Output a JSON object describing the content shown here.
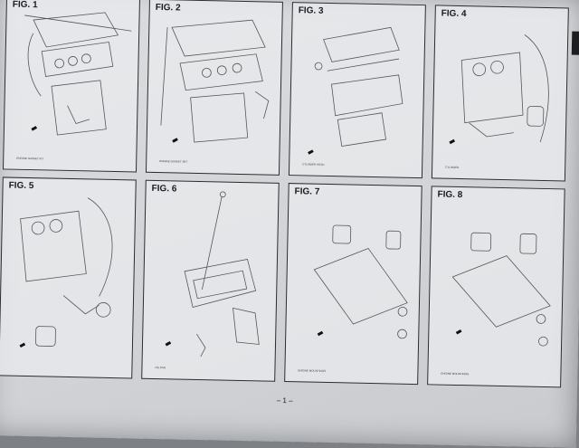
{
  "figures": [
    {
      "label": "FIG. 1",
      "caption": "ENGINE GASKET KIT"
    },
    {
      "label": "FIG. 2",
      "caption": "ENGINE GASKET SET"
    },
    {
      "label": "FIG. 3",
      "caption": "CYLINDER HEAD"
    },
    {
      "label": "FIG. 4",
      "caption": "CYLINDER"
    },
    {
      "label": "FIG. 5",
      "caption": ""
    },
    {
      "label": "FIG. 6",
      "caption": "OIL PAN"
    },
    {
      "label": "FIG. 7",
      "caption": "ENGINE MOUNTINGS"
    },
    {
      "label": "FIG. 8",
      "caption": "ENGINE MOUNTINGS"
    }
  ],
  "page_number": "– 1 –"
}
